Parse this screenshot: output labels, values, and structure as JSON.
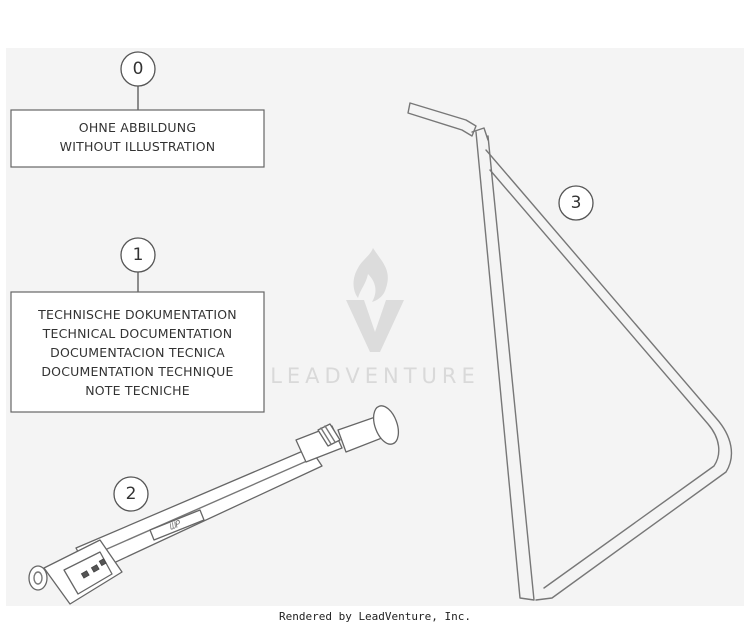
{
  "callouts": [
    {
      "number": "0"
    },
    {
      "number": "1"
    },
    {
      "number": "2"
    },
    {
      "number": "3"
    }
  ],
  "labels": {
    "item0": [
      "OHNE ABBILDUNG",
      "WITHOUT ILLUSTRATION"
    ],
    "item1": [
      "TECHNISCHE DOKUMENTATION",
      "TECHNICAL DOCUMENTATION",
      "DOCUMENTACION TECNICA",
      "DOCUMENTATION TECHNIQUE",
      "NOTE TECNICHE"
    ]
  },
  "watermark": {
    "text": "LEADVENTURE",
    "logo_icon": "flame-v-logo"
  },
  "pump_branding_icon": "wp-logo",
  "footer": {
    "text": "Rendered by LeadVenture, Inc."
  },
  "colors": {
    "diagram_background": "#f4f4f4",
    "line": "#666666",
    "watermark": "#d9d9d9"
  }
}
